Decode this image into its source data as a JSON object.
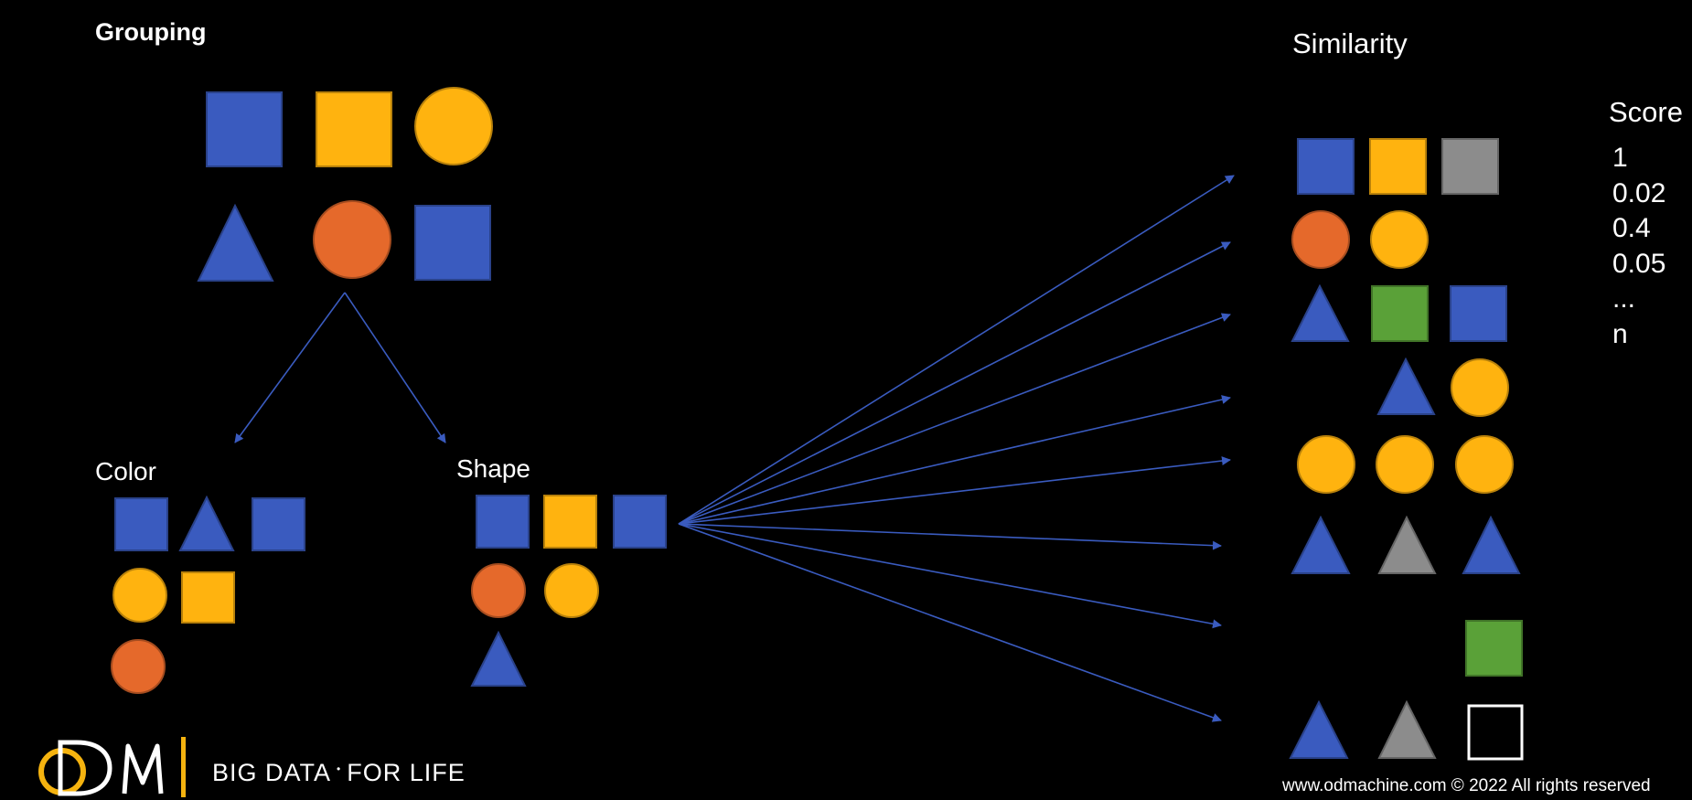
{
  "colors": {
    "blue": "#3a5bbf",
    "yellow": "#ffb30f",
    "orange": "#e5692b",
    "gray": "#8c8c8c",
    "green": "#5aa138",
    "arrow": "#3a5bbf",
    "brand_yellow": "#f5b30f"
  },
  "grouping": {
    "title": "Grouping"
  },
  "groups": {
    "color_label": "Color",
    "shape_label": "Shape"
  },
  "similarity": {
    "title": "Similarity",
    "score_header": "Score",
    "scores": [
      "1",
      "0.02",
      "0.4",
      "0.05",
      "...",
      "n"
    ]
  },
  "footer": {
    "logo_text": "ODM",
    "tagline_part1": "BIG DATA",
    "tagline_sep": "•",
    "tagline_part2": "FOR LIFE",
    "copyright": "www.odmachine.com © 2022 All rights reserved"
  }
}
